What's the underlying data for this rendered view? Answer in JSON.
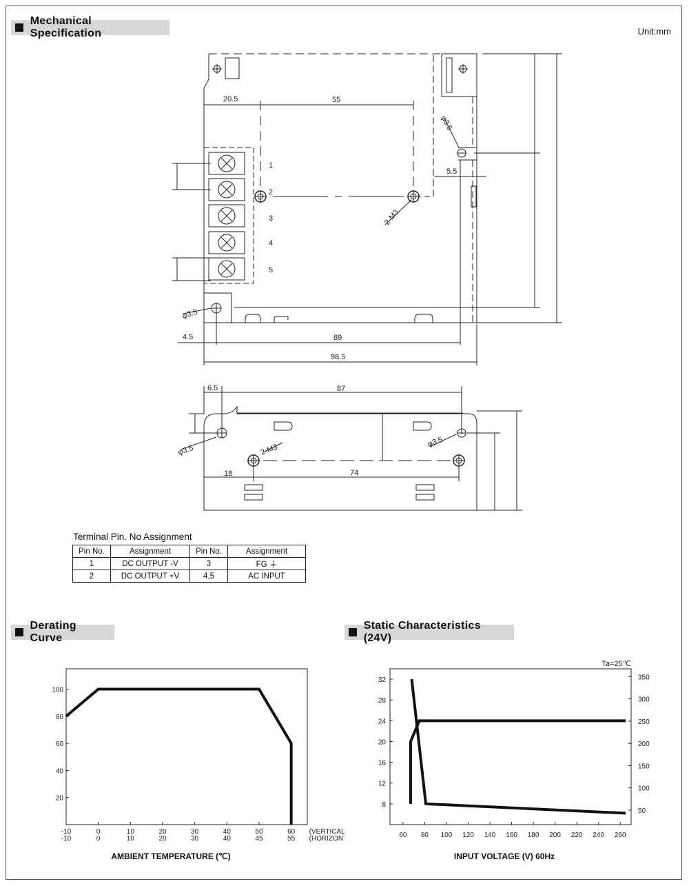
{
  "mechanical": {
    "heading": "Mechanical Specification",
    "unit": "Unit:mm",
    "top_view": {
      "dims": [
        "20.5",
        "55",
        "5.5",
        "4.5",
        "89",
        "98.5"
      ],
      "hole": "φ3.5",
      "screw": "2-M3",
      "terminal_numbers": [
        "1",
        "2",
        "3",
        "4",
        "5"
      ]
    },
    "side_view": {
      "dims": [
        "6.5",
        "87",
        "18",
        "74"
      ],
      "hole": "φ3.5",
      "screw": "2-M3"
    }
  },
  "terminal_table": {
    "title": "Terminal Pin. No Assignment",
    "headers": [
      "Pin No.",
      "Assignment",
      "Pin No.",
      "Assignment"
    ],
    "rows": [
      [
        "1",
        "DC OUTPUT -V",
        "3",
        "FG ⏚"
      ],
      [
        "2",
        "DC OUTPUT +V",
        "4,5",
        "AC INPUT"
      ]
    ]
  },
  "derating": {
    "heading": "Derating Curve"
  },
  "static": {
    "heading": "Static Characteristics (24V)"
  },
  "chart_data": [
    {
      "type": "line",
      "title": "Derating Curve",
      "xlabel": "AMBIENT TEMPERATURE (℃)",
      "x_tick_labels_vertical": [
        "-10",
        "0",
        "10",
        "20",
        "30",
        "40",
        "50",
        "60",
        "(VERTICAL)"
      ],
      "x_tick_labels_horizontal": [
        "-10",
        "0",
        "10",
        "20",
        "30",
        "40",
        "45",
        "55",
        "(HORIZONTAL)"
      ],
      "y_ticks": [
        "100",
        "80",
        "60",
        "40",
        "20"
      ],
      "xlim": [
        -10,
        65
      ],
      "ylim": [
        0,
        115
      ],
      "series": [
        {
          "x": [
            -10,
            0,
            50,
            60,
            60
          ],
          "y": [
            80,
            100,
            100,
            60,
            0
          ]
        }
      ]
    },
    {
      "type": "line",
      "title": "Static Characteristics (24V)",
      "xlabel": "INPUT VOLTAGE (V) 60Hz",
      "annotation": "Ta=25℃",
      "x_ticks": [
        "60",
        "80",
        "100",
        "120",
        "140",
        "160",
        "180",
        "200",
        "220",
        "240",
        "260"
      ],
      "y_left_ticks": [
        "32",
        "28",
        "24",
        "20",
        "16",
        "12",
        "8"
      ],
      "y_right_ticks": [
        "350",
        "300",
        "250",
        "200",
        "150",
        "100",
        "50"
      ],
      "xlim": [
        48,
        270
      ],
      "ylim_left": [
        4,
        34
      ],
      "ylim_right": [
        17.5,
        367.5
      ],
      "series": [
        {
          "x": [
            67,
            67,
            75,
            265
          ],
          "y": [
            8,
            20,
            24,
            24
          ]
        },
        {
          "x": [
            68,
            81,
            265
          ],
          "y": [
            32,
            8,
            6.2
          ]
        }
      ]
    }
  ]
}
